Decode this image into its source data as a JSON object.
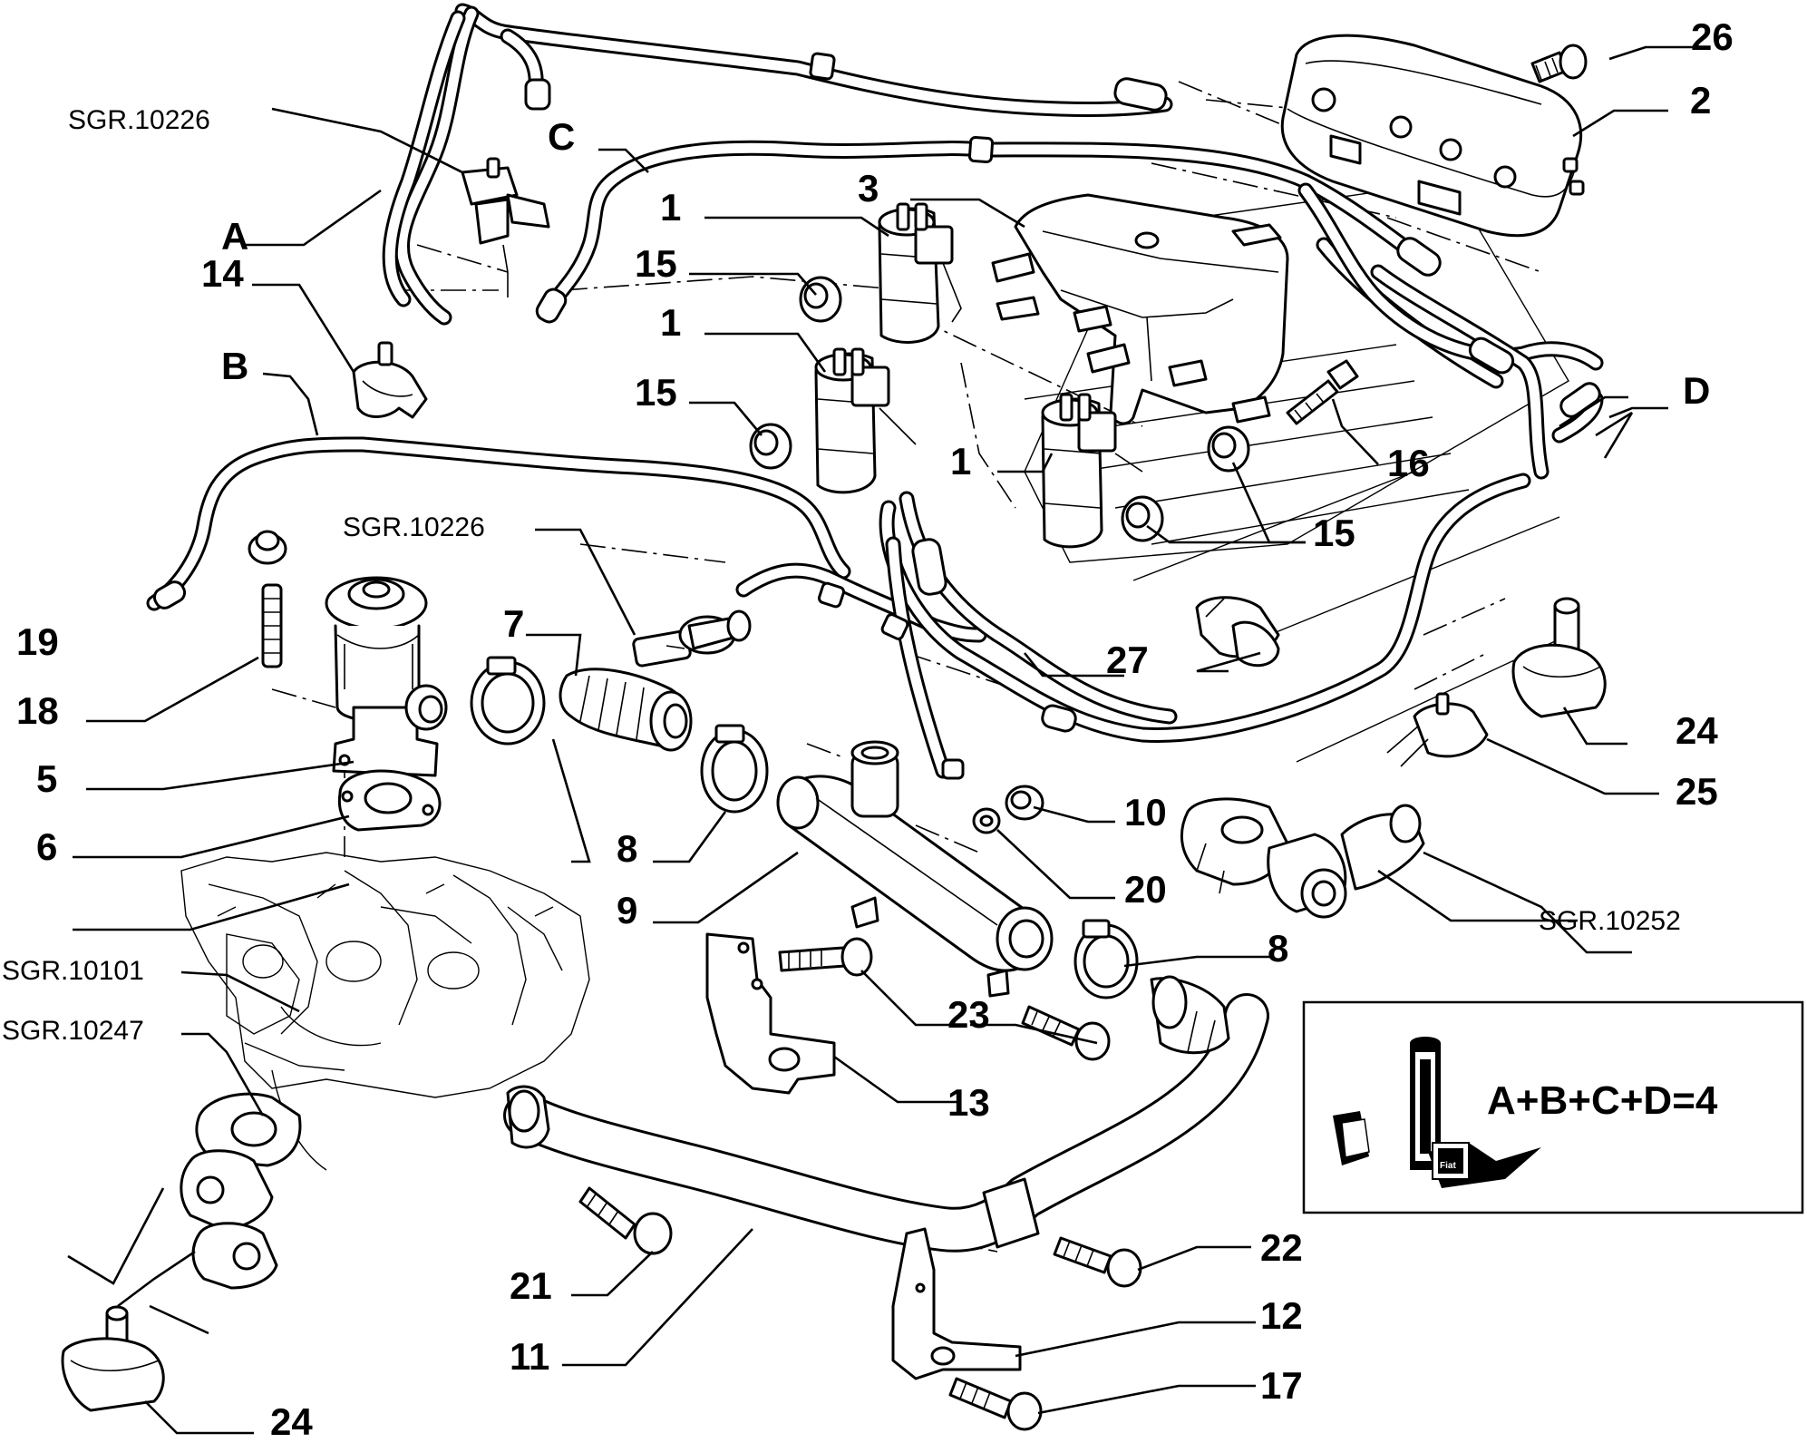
{
  "callouts": {
    "c26": "26",
    "c2": "2",
    "c3": "3",
    "c1a": "1",
    "c1b": "1",
    "c1c": "1",
    "c15a": "15",
    "c15b": "15",
    "c15c": "15",
    "c14": "14",
    "c16": "16",
    "c19": "19",
    "c18": "18",
    "c5": "5",
    "c6": "6",
    "c7": "7",
    "c8a": "8",
    "c8b": "8",
    "c9": "9",
    "c10": "10",
    "c20": "20",
    "c27": "27",
    "c24a": "24",
    "c24b": "24",
    "c25": "25",
    "c23": "23",
    "c13": "13",
    "c21": "21",
    "c11": "11",
    "c22": "22",
    "c12": "12",
    "c17": "17"
  },
  "pipe_letters": {
    "A": "A",
    "B": "B",
    "C": "C",
    "D": "D"
  },
  "references": {
    "sgr_10226_top": "SGR.10226",
    "sgr_10226_mid": "SGR.10226",
    "sgr_10252": "SGR.10252",
    "sgr_10101": "SGR.10101",
    "sgr_10247": "SGR.10247"
  },
  "note_box": {
    "formula": "A+B+C+D=4",
    "product_label": "Fiat"
  }
}
